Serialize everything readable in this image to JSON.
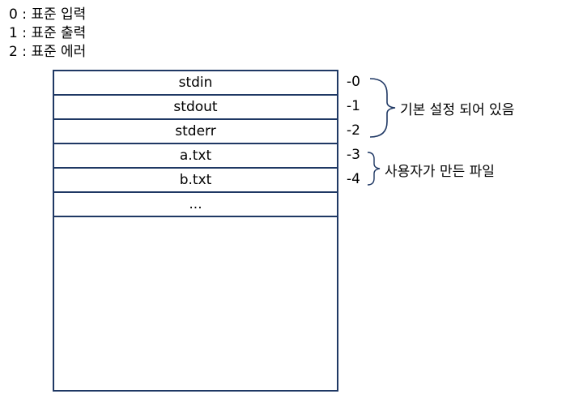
{
  "legend": [
    "0 : 표준 입력",
    "1 : 표준 출력",
    "2 : 표준 에러"
  ],
  "rows": [
    "stdin",
    "stdout",
    "stderr",
    "a.txt",
    "b.txt",
    "..."
  ],
  "descriptors": [
    "-0",
    "-1",
    "-2",
    "-3",
    "-4"
  ],
  "notes": {
    "default": "기본 설정 되어 있음",
    "user": "사용자가 만든 파일"
  },
  "colors": {
    "border": "#1f3864"
  }
}
